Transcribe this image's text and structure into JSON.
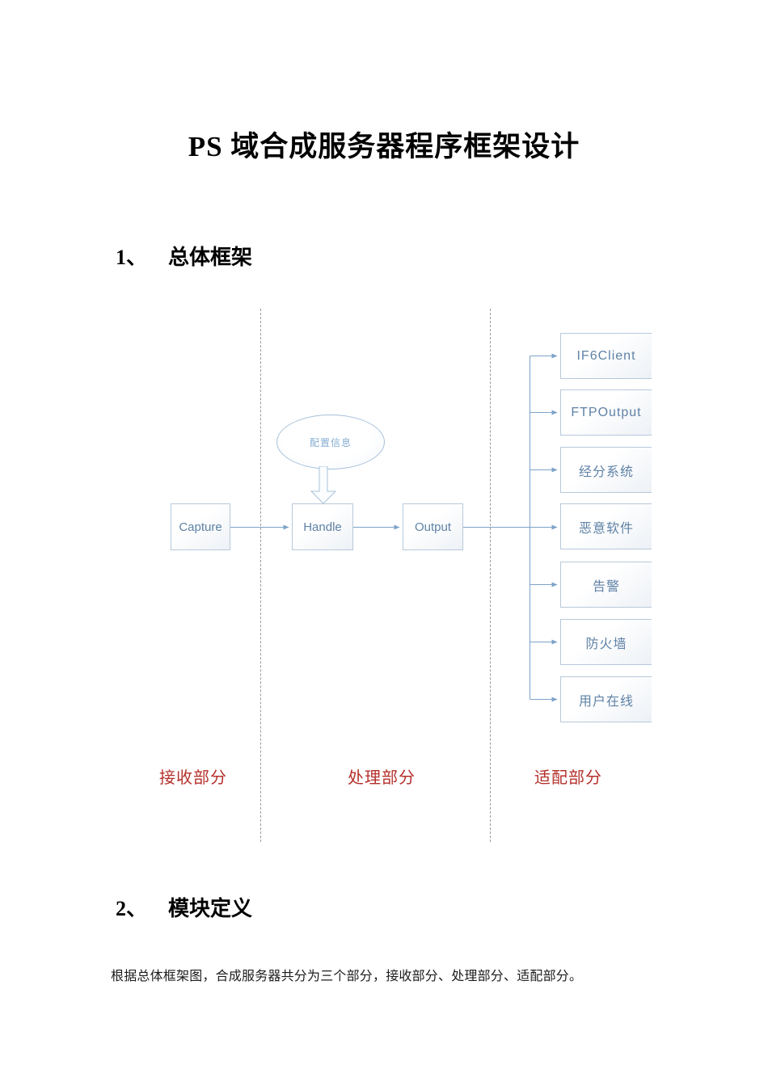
{
  "document": {
    "title": "PS 域合成服务器程序框架设计",
    "sections": [
      {
        "number": "1、",
        "heading": "总体框架"
      },
      {
        "number": "2、",
        "heading": "模块定义"
      }
    ],
    "paragraph": "根据总体框架图，合成服务器共分为三个部分，接收部分、处理部分、适配部分。"
  },
  "diagram": {
    "ellipse_label": "配置信息",
    "flow_boxes": [
      {
        "label": "Capture"
      },
      {
        "label": "Handle"
      },
      {
        "label": "Output"
      }
    ],
    "adapter_boxes": [
      {
        "label": "IF6Client"
      },
      {
        "label": "FTPOutput"
      },
      {
        "label": "经分系统"
      },
      {
        "label": "恶意软件"
      },
      {
        "label": "告警"
      },
      {
        "label": "防火墙"
      },
      {
        "label": "用户在线"
      }
    ],
    "region_labels": [
      {
        "label": "接收部分"
      },
      {
        "label": "处理部分"
      },
      {
        "label": "适配部分"
      }
    ],
    "icons": {
      "config_arrow": "block-arrow-down-icon"
    },
    "colors": {
      "box_border": "#b7c9db",
      "box_text": "#5f82a6",
      "connector": "#7ca3c8",
      "ellipse_border": "#a5c0da",
      "ellipse_text": "#84add1",
      "region_label_red": "#b5302b",
      "dashed_line": "#9a9da1",
      "title_text": "#000000"
    }
  }
}
